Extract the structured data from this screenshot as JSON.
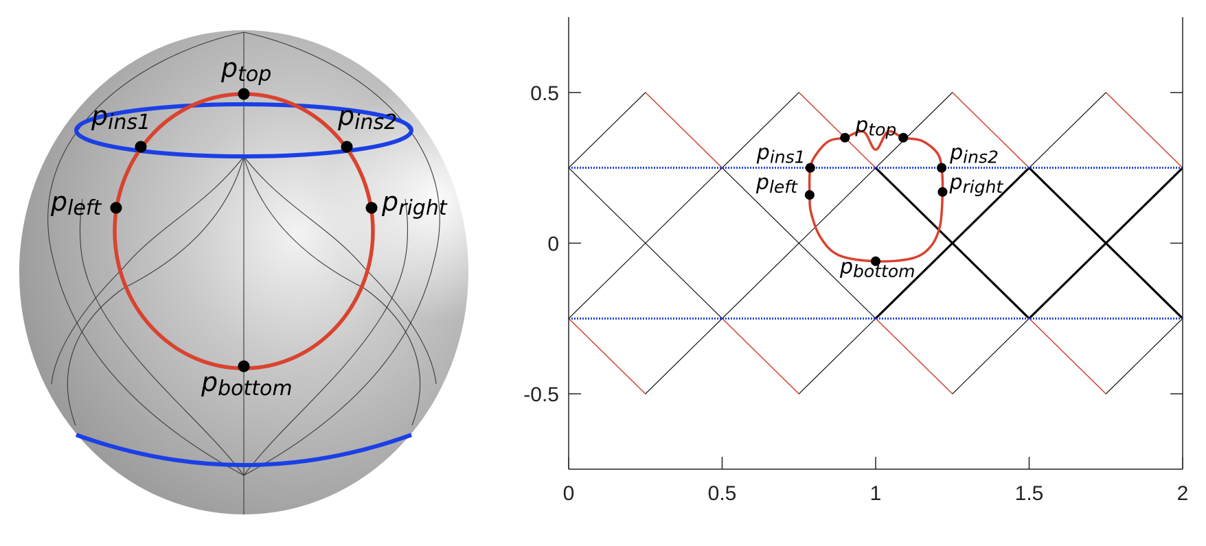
{
  "colors": {
    "curve": "#d9432f",
    "band": "#1b3fe6",
    "grid": "#000000",
    "point": "#000000",
    "sphere_light": "#e6e6e6",
    "sphere_dark": "#8f8f8f"
  },
  "sphere_panel": {
    "points": [
      {
        "base": "p",
        "sub": "top"
      },
      {
        "base": "p",
        "sub": "ins1"
      },
      {
        "base": "p",
        "sub": "ins2"
      },
      {
        "base": "p",
        "sub": "left"
      },
      {
        "base": "p",
        "sub": "right"
      },
      {
        "base": "p",
        "sub": "bottom"
      }
    ]
  },
  "chart_data": {
    "type": "line",
    "title": "",
    "xlabel": "",
    "ylabel": "",
    "xlim": [
      0,
      2
    ],
    "ylim": [
      -0.75,
      0.75
    ],
    "x_ticks": [
      "0",
      "0.5",
      "1",
      "1.5",
      "2"
    ],
    "y_ticks": [
      "0.5",
      "0",
      "-0.5"
    ],
    "x_tick_values": [
      0,
      0.5,
      1,
      1.5,
      2
    ],
    "y_tick_values": [
      0.5,
      0,
      -0.5
    ],
    "bands": [
      0.25,
      -0.25
    ],
    "grid_zigzags": [
      [
        [
          0,
          0.25
        ],
        [
          0.25,
          0.5
        ],
        [
          0.5,
          0.25
        ],
        [
          0.75,
          0.5
        ],
        [
          1,
          0.25
        ],
        [
          1.25,
          0.5
        ],
        [
          1.5,
          0.25
        ],
        [
          1.75,
          0.5
        ],
        [
          2,
          0.25
        ]
      ],
      [
        [
          0,
          0.25
        ],
        [
          0.25,
          0
        ],
        [
          0.5,
          0.25
        ],
        [
          0.75,
          0
        ],
        [
          1,
          0.25
        ],
        [
          1.25,
          0
        ],
        [
          1.5,
          0.25
        ],
        [
          1.75,
          0
        ],
        [
          2,
          0.25
        ]
      ],
      [
        [
          0,
          -0.25
        ],
        [
          0.25,
          0
        ],
        [
          0.5,
          -0.25
        ],
        [
          0.75,
          0
        ],
        [
          1,
          -0.25
        ],
        [
          1.25,
          0
        ],
        [
          1.5,
          -0.25
        ],
        [
          1.75,
          0
        ],
        [
          2,
          -0.25
        ]
      ],
      [
        [
          0,
          -0.25
        ],
        [
          0.25,
          -0.5
        ],
        [
          0.5,
          -0.25
        ],
        [
          0.75,
          -0.5
        ],
        [
          1,
          -0.25
        ],
        [
          1.25,
          -0.5
        ],
        [
          1.5,
          -0.25
        ],
        [
          1.75,
          -0.5
        ],
        [
          2,
          -0.25
        ]
      ]
    ],
    "red_segments": [
      [
        [
          0.25,
          0.5
        ],
        [
          0.5,
          0.25
        ]
      ],
      [
        [
          0.75,
          0.5
        ],
        [
          1,
          0.25
        ]
      ],
      [
        [
          1.25,
          0.5
        ],
        [
          1.5,
          0.25
        ]
      ],
      [
        [
          1.75,
          0.5
        ],
        [
          2,
          0.25
        ]
      ],
      [
        [
          0.5,
          -0.25
        ],
        [
          0.75,
          -0.5
        ]
      ],
      [
        [
          1,
          -0.25
        ],
        [
          1.25,
          -0.5
        ]
      ],
      [
        [
          1.5,
          -0.25
        ],
        [
          1.75,
          -0.5
        ]
      ],
      [
        [
          0,
          -0.25
        ],
        [
          0.25,
          -0.5
        ]
      ]
    ],
    "bold_segments": [
      [
        [
          1,
          0.25
        ],
        [
          1.25,
          0
        ],
        [
          1.5,
          -0.25
        ]
      ],
      [
        [
          1,
          -0.25
        ],
        [
          1.25,
          0
        ],
        [
          1.5,
          0.25
        ]
      ],
      [
        [
          1.5,
          0.25
        ],
        [
          1.75,
          0
        ],
        [
          2,
          -0.25
        ]
      ],
      [
        [
          1.5,
          -0.25
        ],
        [
          1.75,
          0
        ],
        [
          2,
          0.25
        ]
      ]
    ],
    "curve": [
      [
        0.9,
        0.35
      ],
      [
        0.96,
        0.37
      ],
      [
        1.0,
        0.31
      ],
      [
        1.04,
        0.37
      ],
      [
        1.09,
        0.35
      ],
      [
        1.15,
        0.34
      ],
      [
        1.2,
        0.3
      ],
      [
        1.215,
        0.25
      ],
      [
        1.218,
        0.17
      ],
      [
        1.21,
        0.06
      ],
      [
        1.18,
        -0.01
      ],
      [
        1.12,
        -0.05
      ],
      [
        1.0,
        -0.06
      ],
      [
        0.88,
        -0.04
      ],
      [
        0.82,
        0.02
      ],
      [
        0.79,
        0.1
      ],
      [
        0.785,
        0.16
      ],
      [
        0.787,
        0.25
      ],
      [
        0.81,
        0.3
      ],
      [
        0.85,
        0.34
      ],
      [
        0.9,
        0.35
      ]
    ],
    "points": [
      {
        "name": "top",
        "base": "p",
        "sub": "top",
        "x": 1.09,
        "y": 0.35
      },
      {
        "name": "top-alt",
        "x": 0.9,
        "y": 0.35
      },
      {
        "name": "ins1",
        "base": "p",
        "sub": "ins1",
        "x": 0.787,
        "y": 0.25
      },
      {
        "name": "ins2",
        "base": "p",
        "sub": "ins2",
        "x": 1.215,
        "y": 0.25
      },
      {
        "name": "left",
        "base": "p",
        "sub": "left",
        "x": 0.785,
        "y": 0.16
      },
      {
        "name": "right",
        "base": "p",
        "sub": "right",
        "x": 1.218,
        "y": 0.17
      },
      {
        "name": "bottom",
        "base": "p",
        "sub": "bottom",
        "x": 1.0,
        "y": -0.06
      }
    ]
  }
}
